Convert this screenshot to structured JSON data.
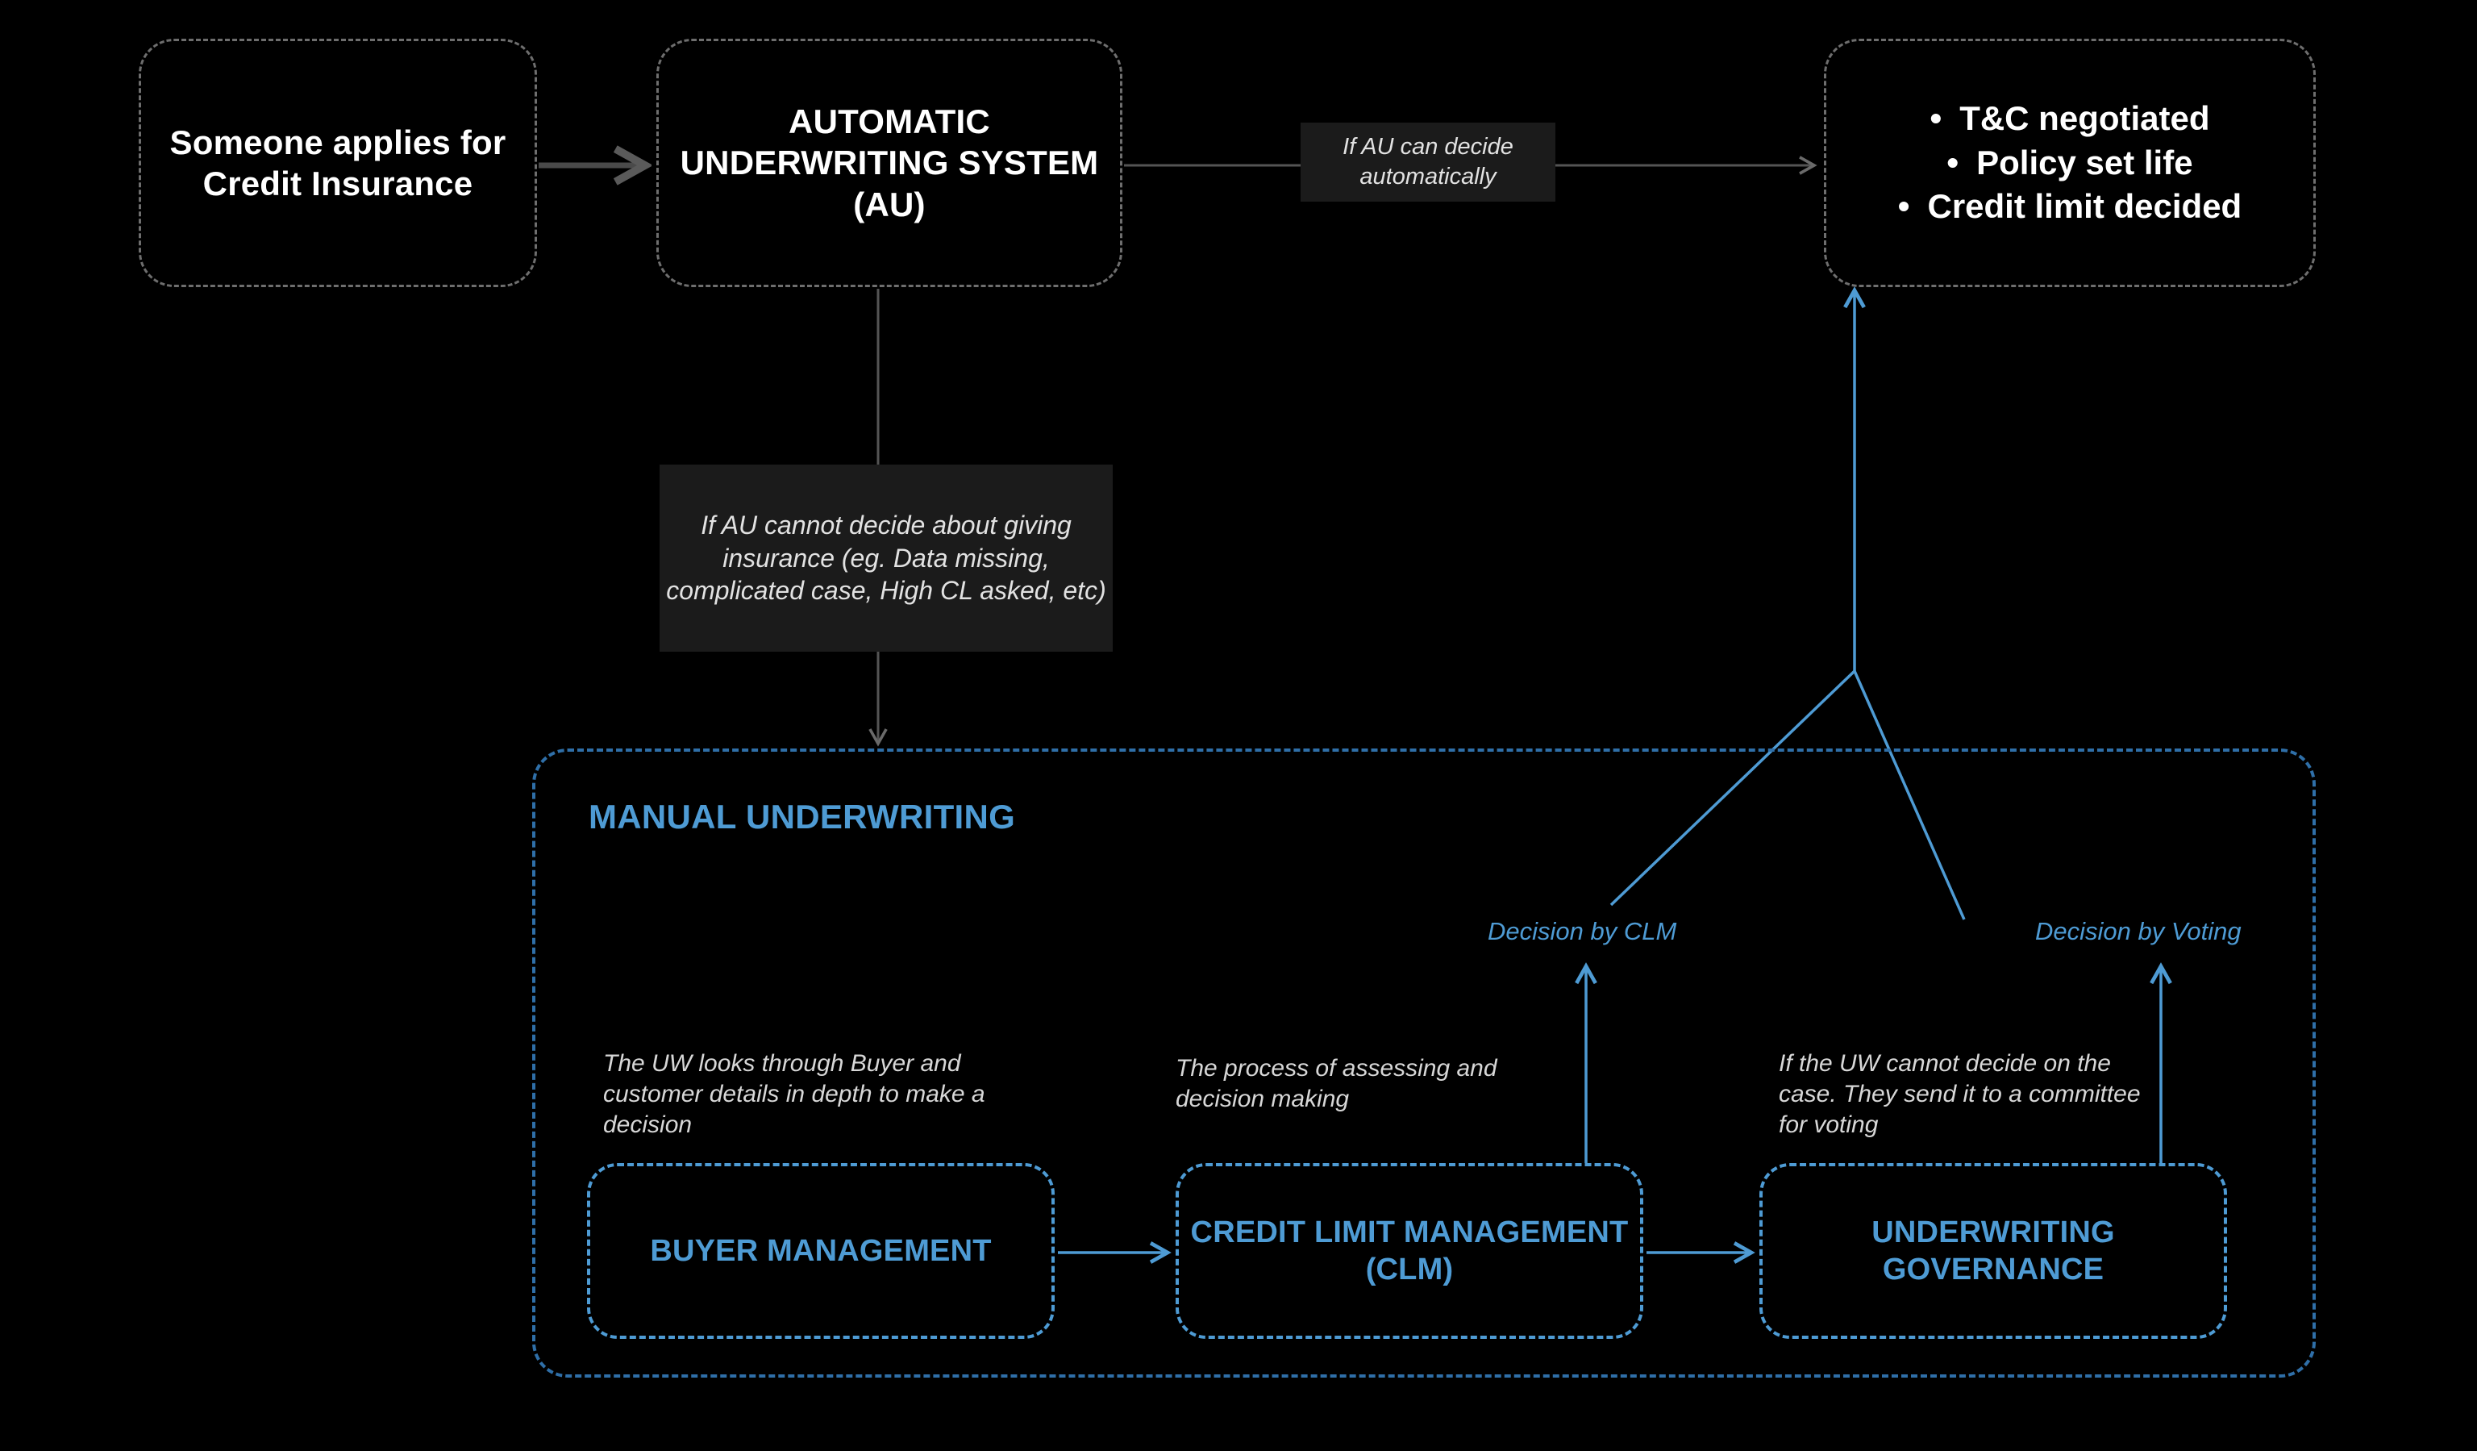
{
  "colors": {
    "background": "#000000",
    "grey_stroke": "#6e6e6e",
    "white_text": "#ffffff",
    "blue_accent": "#4e9bd4",
    "blue_container": "#2f6fa8",
    "label_bg": "#1b1b1b",
    "label_text": "#e2e2e2"
  },
  "nodes": {
    "apply": {
      "label": "Someone applies for Credit Insurance"
    },
    "au": {
      "label": "AUTOMATIC UNDERWRITING SYSTEM (AU)"
    },
    "outcome": {
      "bullets": [
        "T&C negotiated",
        "Policy set life",
        "Credit limit decided"
      ]
    },
    "manual_container": {
      "heading": "MANUAL UNDERWRITING"
    },
    "buyer": {
      "label": "BUYER MANAGEMENT"
    },
    "clm": {
      "label": "CREDIT LIMIT MANAGEMENT (CLM)"
    },
    "governance": {
      "label": "UNDERWRITING GOVERNANCE"
    }
  },
  "edge_labels": {
    "au_auto": "If AU can decide automatically",
    "au_cannot": "If AU cannot decide about giving insurance (eg. Data missing, complicated case, High CL asked, etc)",
    "decision_by_clm": "Decision by CLM",
    "decision_by_voting": "Decision by Voting"
  },
  "notes": {
    "buyer": "The UW looks through Buyer and customer details in depth to make a decision",
    "clm": "The process of assessing and decision making",
    "governance": "If the UW cannot decide on the case. They send it to a committee for voting"
  }
}
